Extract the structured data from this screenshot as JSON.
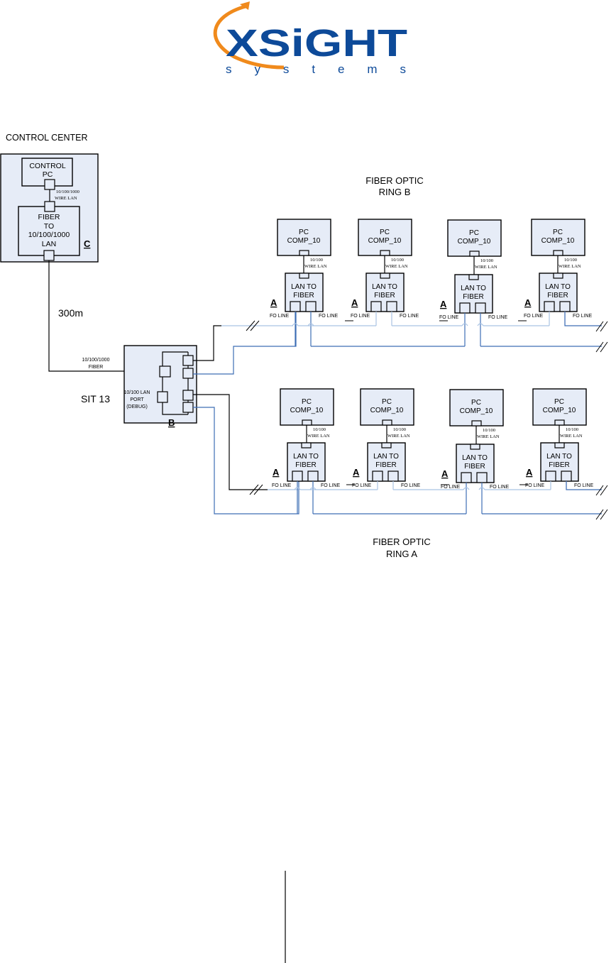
{
  "logo": {
    "brand": "XSiGHT",
    "tagline": "s y s t e m s",
    "brand_color": "#0d4a99",
    "swoosh_color": "#f08a1c"
  },
  "control_center": {
    "title": "CONTROL CENTER",
    "pc_label_1": "CONTROL",
    "pc_label_2": "PC",
    "wire_label_1": "10/100/1000",
    "wire_label_2": "WIRE LAN",
    "converter_1": "FIBER",
    "converter_2": "TO",
    "converter_3": "10/100/1000",
    "converter_4": "LAN",
    "marker": "C"
  },
  "link": {
    "distance": "300m",
    "fiber_label_1": "10/100/1000",
    "fiber_label_2": "FIBER"
  },
  "switch": {
    "name": "SIT 13",
    "debug_1": "10/100 LAN",
    "debug_2": "PORT",
    "debug_3": "(DEBUG)",
    "marker": "B"
  },
  "rings": [
    {
      "title_1": "FIBER OPTIC",
      "title_2": "RING B",
      "nodes": [
        {
          "pc_1": "PC",
          "pc_2": "COMP_10",
          "wire_1": "10/100",
          "wire_2": "WIRE LAN",
          "conv_1": "LAN TO",
          "conv_2": "FIBER",
          "marker": "A",
          "fo_left": "FO LINE",
          "fo_right": "FO LINE"
        },
        {
          "pc_1": "PC",
          "pc_2": "COMP_10",
          "wire_1": "10/100",
          "wire_2": "WIRE LAN",
          "conv_1": "LAN TO",
          "conv_2": "FIBER",
          "marker": "A",
          "fo_left": "FO LINE",
          "fo_right": "FO LINE"
        },
        {
          "pc_1": "PC",
          "pc_2": "COMP_10",
          "wire_1": "10/100",
          "wire_2": "WIRE LAN",
          "conv_1": "LAN TO",
          "conv_2": "FIBER",
          "marker": "A",
          "fo_left": "FO LINE",
          "fo_right": "FO LINE"
        },
        {
          "pc_1": "PC",
          "pc_2": "COMP_10",
          "wire_1": "10/100",
          "wire_2": "WIRE LAN",
          "conv_1": "LAN TO",
          "conv_2": "FIBER",
          "marker": "A",
          "fo_left": "FO LINE",
          "fo_right": "FO LINE"
        }
      ]
    },
    {
      "title_1": "FIBER OPTIC",
      "title_2": "RING A",
      "nodes": [
        {
          "pc_1": "PC",
          "pc_2": "COMP_10",
          "wire_1": "10/100",
          "wire_2": "WIRE LAN",
          "conv_1": "LAN TO",
          "conv_2": "FIBER",
          "marker": "A",
          "fo_left": "FO LINE",
          "fo_right": "FO LINE"
        },
        {
          "pc_1": "PC",
          "pc_2": "COMP_10",
          "wire_1": "10/100",
          "wire_2": "WIRE LAN",
          "conv_1": "LAN TO",
          "conv_2": "FIBER",
          "marker": "A",
          "fo_left": "FO LINE",
          "fo_right": "FO LINE"
        },
        {
          "pc_1": "PC",
          "pc_2": "COMP_10",
          "wire_1": "10/100",
          "wire_2": "WIRE LAN",
          "conv_1": "LAN TO",
          "conv_2": "FIBER",
          "marker": "A",
          "fo_left": "FO LINE",
          "fo_right": "FO LINE"
        },
        {
          "pc_1": "PC",
          "pc_2": "COMP_10",
          "wire_1": "10/100",
          "wire_2": "WIRE LAN",
          "conv_1": "LAN TO",
          "conv_2": "FIBER",
          "marker": "A",
          "fo_left": "FO LINE",
          "fo_right": "FO LINE"
        }
      ]
    }
  ]
}
